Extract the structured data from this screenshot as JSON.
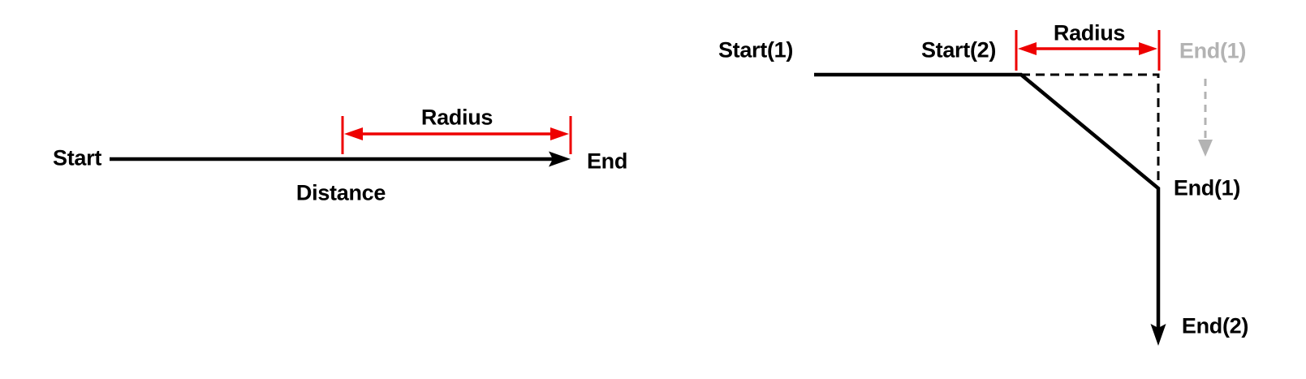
{
  "colors": {
    "background": "#ffffff",
    "line": "#000000",
    "dimension": "#ee0000",
    "ghost": "#b3b3b3"
  },
  "left_diagram": {
    "start_label": "Start",
    "end_label": "End",
    "radius_label": "Radius",
    "distance_label": "Distance"
  },
  "right_diagram": {
    "start1_label": "Start(1)",
    "start2_label": "Start(2)",
    "radius_label": "Radius",
    "end1_ghost_label": "End(1)",
    "end1_label": "End(1)",
    "end2_label": "End(2)"
  }
}
